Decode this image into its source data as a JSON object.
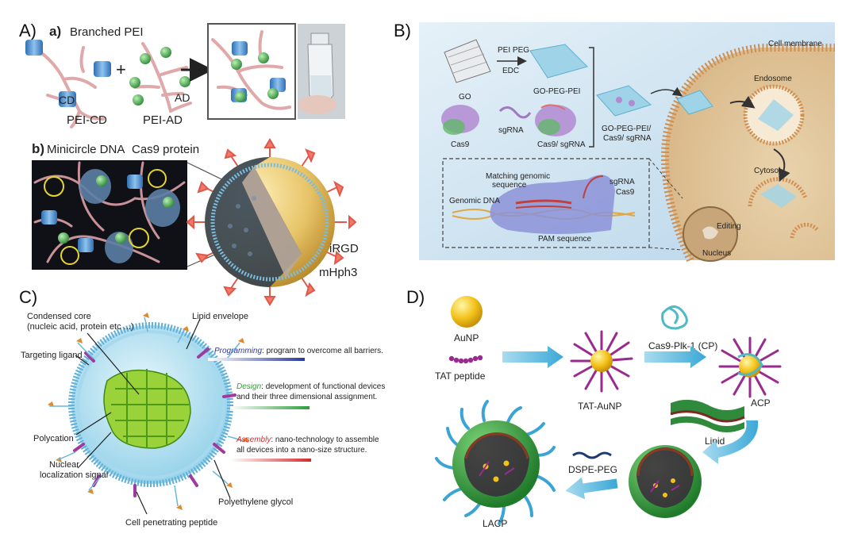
{
  "panels": {
    "A": {
      "letter": "A)",
      "sub_a": "a)",
      "branched_pei": "Branched PEI",
      "plus": "+",
      "cd": "CD",
      "ad": "AD",
      "pei_cd": "PEI-CD",
      "pei_ad": "PEI-AD",
      "sub_b": "b)",
      "minicircle": "Minicircle DNA",
      "cas9_protein": "Cas9 protein",
      "irgd": "iRGD",
      "mhph3": "mHph3"
    },
    "B": {
      "letter": "B)",
      "cell_membrane": "Cell membrane",
      "pei_peg": "PEI PEG",
      "edc": "EDC",
      "go": "GO",
      "go_peg_pei": "GO-PEG-PEI",
      "endosome": "Endosome",
      "sgrna": "sgRNA",
      "cas9": "Cas9",
      "cas9_sgrna": "Cas9/ sgRNA",
      "complex_1": "GO-PEG-PEI/",
      "complex_2": "Cas9/ sgRNA",
      "matching_1": "Matching genomic",
      "matching_2": "sequence",
      "genomic_dna": "Genomic DNA",
      "sgrna_inset": "sgRNA",
      "cas9_inset": "Cas9",
      "pam": "PAM sequence",
      "cytosol": "Cytosol",
      "editing": "Editing",
      "nucleus": "Nucleus"
    },
    "C": {
      "letter": "C)",
      "core_1": "Condensed core",
      "core_2": "(nucleic acid, protein etc ...)",
      "lipid_envelope": "Lipid envelope",
      "targeting_ligand": "Targeting ligand",
      "polycation": "Polycation",
      "nls_1": "Nuclear",
      "nls_2": "localization signal",
      "peg": "Polyethylene glycol",
      "cpp": "Cell penetrating peptide",
      "programming_key": "Programming",
      "programming_text": ": program to overcome all barriers.",
      "design_key": "Design",
      "design_text_1": ": development of functional devices",
      "design_text_2": "and their three dimensional assignment.",
      "assembly_key": "Assembly",
      "assembly_text_1": ": nano-technology to assemble",
      "assembly_text_2": "all devices into a nano-size structure."
    },
    "D": {
      "letter": "D)",
      "aunp": "AuNP",
      "tat_peptide": "TAT peptide",
      "tat_aunp": "TAT-AuNP",
      "cas9_plk": "Cas9-Plk-1 (CP)",
      "acp": "ACP",
      "lipid": "Lipid",
      "dspe_peg": "DSPE-PEG",
      "lacp": "LACP"
    }
  },
  "colors": {
    "pei_strand": "#e0a8a8",
    "cd_blue": "#4a86c8",
    "ad_green": "#3fa34d",
    "arrow_red": "#e0584a",
    "panel_b_bg": "#cfe3f0",
    "membrane": "#d9a06e",
    "gold": "#f3c21a",
    "tat_purple": "#9a2b8e",
    "shell_green": "#2f9e3a",
    "peg_blue": "#3ba4d4",
    "flow_arrow": "#4fb3dc"
  }
}
